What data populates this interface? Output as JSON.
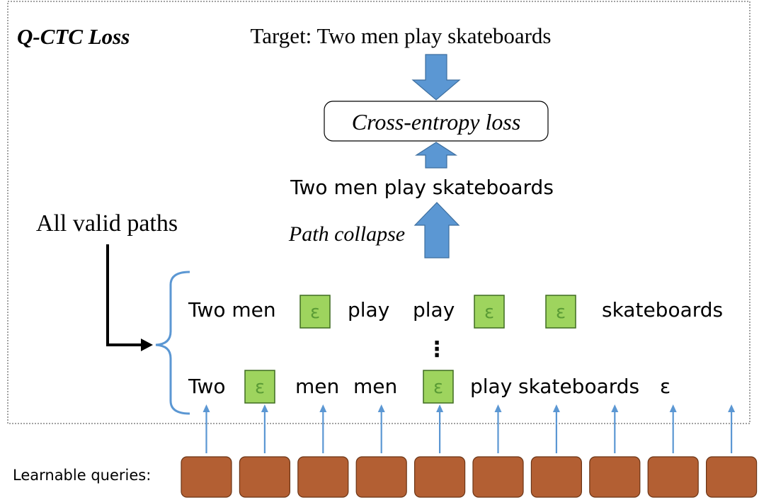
{
  "frame_title": "Q-CTC Loss",
  "target": "Target: Two men play skateboards",
  "loss_box": "Cross-entropy loss",
  "collapsed_sentence": "Two men play skateboards",
  "collapse_label": "Path collapse",
  "valid_paths_label": "All valid paths",
  "path_rows": [
    [
      "Two men",
      "ε",
      "play",
      "play",
      "ε",
      "ε",
      "skateboards"
    ],
    [
      "Two",
      "ε",
      "men",
      "men",
      "ε",
      "play",
      "skateboards",
      "ε"
    ]
  ],
  "ellipsis": "⋮",
  "queries_label": "Learnable queries:",
  "query_count": 10,
  "colors": {
    "arrow_fill": "#5b97d3",
    "epsilon_box": "#9ed45e",
    "query_box": "#b35f33",
    "brace": "#5b97d3"
  }
}
